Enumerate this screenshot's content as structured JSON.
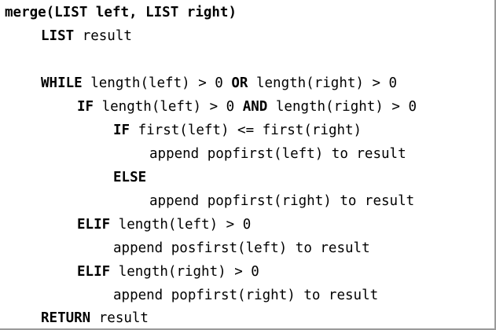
{
  "code": {
    "signature": "merge(LIST left, LIST right)",
    "lines": [
      {
        "kw": "LIST",
        "text": " result"
      },
      {
        "kw": "",
        "text": ""
      },
      {
        "kw": "WHILE",
        "text": " length(left) > 0 ",
        "kw2": "OR",
        "text2": " length(right) > 0"
      },
      {
        "kw": "IF",
        "text": " length(left) > 0 ",
        "kw2": "AND",
        "text2": " length(right) > 0"
      },
      {
        "kw": "IF",
        "text": " first(left) <= first(right)"
      },
      {
        "kw": "",
        "text": "append popfirst(left) to result"
      },
      {
        "kw": "ELSE",
        "text": ""
      },
      {
        "kw": "",
        "text": "append popfirst(right) to result"
      },
      {
        "kw": "ELIF",
        "text": " length(left) > 0"
      },
      {
        "kw": "",
        "text": "append posfirst(left) to result"
      },
      {
        "kw": "ELIF",
        "text": " length(right) > 0"
      },
      {
        "kw": "",
        "text": "append popfirst(right) to result"
      },
      {
        "kw": "RETURN",
        "text": " result"
      }
    ]
  }
}
